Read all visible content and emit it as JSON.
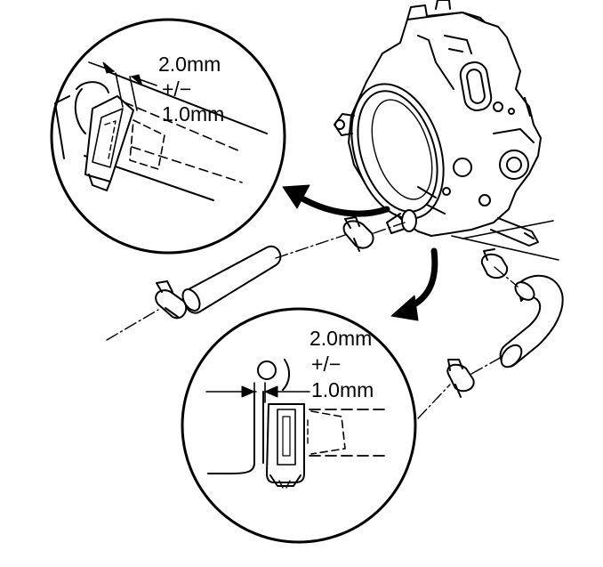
{
  "diagram": {
    "top_callout": {
      "dimension": "2.0mm",
      "tolerance_sign": "+/−",
      "tolerance": "1.0mm"
    },
    "bottom_callout": {
      "dimension": "2.0mm",
      "tolerance_sign": "+/−",
      "tolerance": "1.0mm"
    }
  },
  "colors": {
    "line": "#000000",
    "fill": "#ffffff"
  }
}
